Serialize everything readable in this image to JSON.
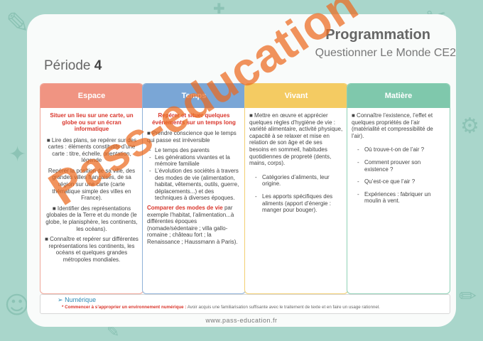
{
  "header": {
    "title": "Programmation",
    "subtitle": "Questionner Le Monde CE2",
    "period_label": "Période",
    "period_number": "4"
  },
  "columns": {
    "espace": {
      "header": "Espace",
      "title": "Situer un lieu sur une carte, un globe ou sur un écran informatique",
      "p1": "■ Lire des plans, se repérer sur des cartes : éléments constitutifs d’une carte : titre, échelle, orientation, légende",
      "p2": "Repérer la position de sa ville, des grandes villes françaises, de sa région sur une carte (carte thématique simple des villes en France).",
      "p3": "■ Identifier des représentations globales de la Terre et du monde (le globe, le planisphère, les continents, les océans).",
      "p4": "■ Connaître et repérer sur différentes représentations les continents, les océans et quelques grandes métropoles mondiales."
    },
    "temps": {
      "header": "Temps",
      "title": "Repérer et situer quelques événements sur un temps long",
      "intro": "■ Prendre conscience que le temps qui passe est irréversible",
      "items": [
        "Le temps des parents",
        "Les générations vivantes et la mémoire familiale",
        "L’évolution des sociétés à travers des modes de vie (alimentation, habitat, vêtements, outils, guerre, déplacements...) et des techniques à diverses époques."
      ],
      "compare_title": "Comparer des modes de vie",
      "compare_text": " par exemple l’habitat, l’alimentation...à différentes époques (nomade/sédentaire ; villa gallo-romaine ; château fort ; la Renaissance ; Haussmann à Paris)."
    },
    "vivant": {
      "header": "Vivant",
      "intro": "■ Mettre en œuvre et apprécier quelques règles d’hygiène de vie : variété alimentaire, activité physique, capacité à se relaxer et mise en relation de son âge et de ses besoins en sommeil, habitudes quotidiennes de propreté (dents, mains, corps).",
      "items": [
        "Catégories d’aliments, leur origine.",
        "Les apports spécifiques des aliments (apport d’énergie : manger pour bouger)."
      ]
    },
    "matiere": {
      "header": "Matière",
      "intro": "■ Connaître l’existence, l’effet et quelques propriétés de l’air (matérialité et compressibilité de l’air).",
      "items": [
        "Où trouve-t-on de l’air ?",
        "Comment prouver son existence ?",
        "Qu’est-ce que l’air ?",
        "Expériences : fabriquer un moulin à vent."
      ]
    }
  },
  "numerique": {
    "heading": "Numérique",
    "label": "* Commencer à s’approprier un environnement numérique :",
    "text": " Avoir acquis une familiarisation suffisante avec le traitement de texte et en faire un usage rationnel."
  },
  "website": "www.pass-education.fr",
  "watermark": "Pass-education"
}
